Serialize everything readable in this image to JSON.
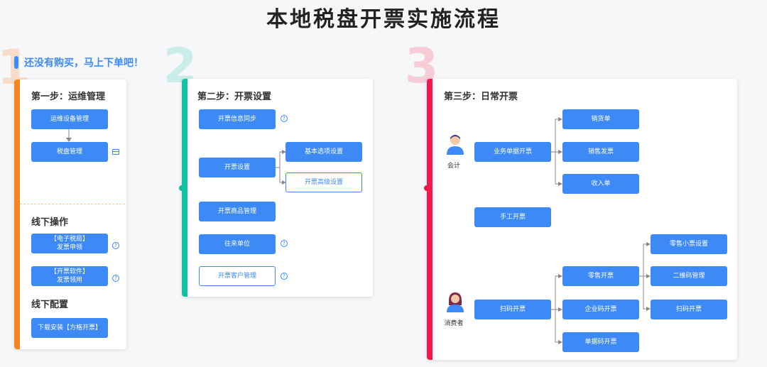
{
  "title": "本地税盘开票实施流程",
  "promo": "还没有购买，马上下单吧！",
  "step_numbers": [
    "1",
    "2",
    "3"
  ],
  "colors": {
    "accent": "#3d8af7",
    "step1": "#f7851e",
    "step2": "#13c2a3",
    "step3": "#f5174d"
  },
  "step1": {
    "title": "第一步：运维管理",
    "buttons": [
      "运维设备管理",
      "税盘管理"
    ],
    "offline_ops_title": "线下操作",
    "offline_ops": [
      {
        "line1": "【电子税局】",
        "line2": "发票申领"
      },
      {
        "line1": "【开票软件】",
        "line2": "发票领用"
      }
    ],
    "offline_config_title": "线下配置",
    "offline_config_button": "下载安装【方格开票】"
  },
  "step2": {
    "title": "第二步：开票设置",
    "buttons": [
      "开票信息同步",
      "开票设置",
      "开票商品管理",
      "往来单位",
      "开票客户管理"
    ],
    "sub_buttons": [
      "基本选项设置",
      "开票高级设置"
    ]
  },
  "step3": {
    "title": "第三步：日常开票",
    "roles": [
      "会计",
      "消费者"
    ],
    "accountant_main": "业务单据开票",
    "accountant_children": [
      "销货单",
      "销售发票",
      "收入单"
    ],
    "manual": "手工开票",
    "consumer_main": "扫码开票",
    "consumer_children": [
      "零售开票",
      "企业码开票",
      "单据码开票"
    ],
    "retail_children": [
      "零售小票设置",
      "二维码管理",
      "扫码开票"
    ]
  }
}
